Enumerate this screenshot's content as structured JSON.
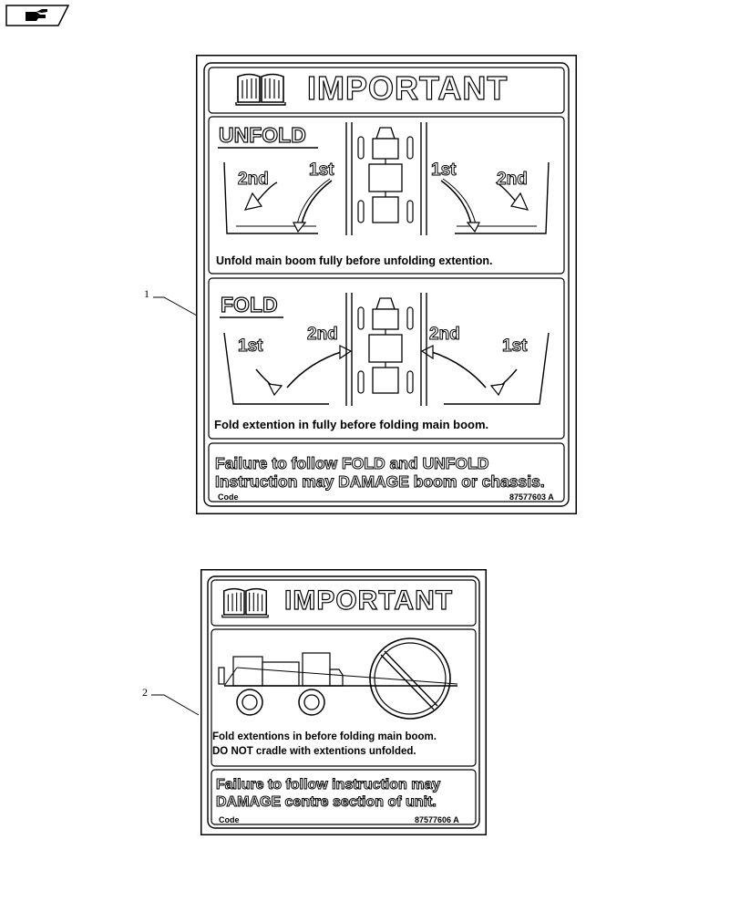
{
  "toolbar": {
    "nav_icon": "hand-pointer-icon"
  },
  "callouts": [
    {
      "label": "1"
    },
    {
      "label": "2"
    }
  ],
  "decal1": {
    "header": "IMPORTANT",
    "book_icon": "open-book-icon",
    "unfold": {
      "title": "UNFOLD",
      "left_first": "1st",
      "left_second": "2nd",
      "right_first": "1st",
      "right_second": "2nd",
      "instruction": "Unfold main boom fully before unfolding extention."
    },
    "fold": {
      "title": "FOLD",
      "left_first": "1st",
      "left_second": "2nd",
      "right_first": "1st",
      "right_second": "2nd",
      "instruction": "Fold extention in fully before folding main boom."
    },
    "warning_line1": "Failure to follow FOLD and UNFOLD",
    "warning_line2": "Instruction may DAMAGE boom or chassis.",
    "code_label": "Code",
    "code_value": "87577603 A"
  },
  "decal2": {
    "header": "IMPORTANT",
    "book_icon": "open-book-icon",
    "instruction_line1": "Fold extentions in before folding main boom.",
    "instruction_line2": "DO NOT cradle with extentions unfolded.",
    "warning_line1": "Failure to follow instruction may",
    "warning_line2": "DAMAGE centre section of unit.",
    "code_label": "Code",
    "code_value": "87577606 A"
  }
}
